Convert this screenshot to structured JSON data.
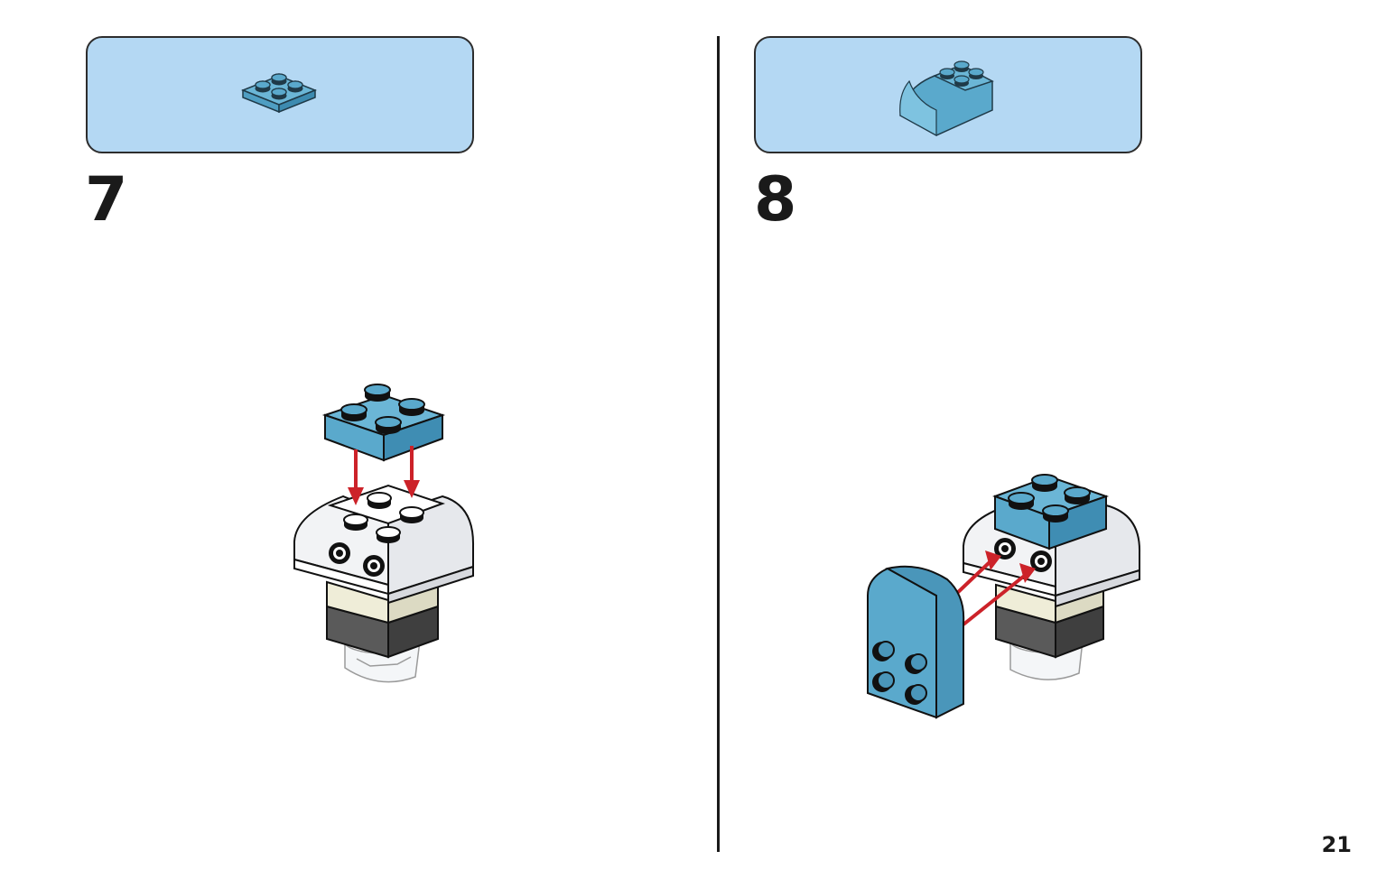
{
  "steps": [
    {
      "number": "7"
    },
    {
      "number": "8"
    }
  ],
  "page_number": "21",
  "colors": {
    "parts_box_bg": "#b4d8f3",
    "brick_blue": "#5aa9cc",
    "arrow_red": "#cc2229",
    "dark_grey": "#555555",
    "cream": "#efedd8"
  },
  "icons": {
    "step7_part": "plate-2x2-icon",
    "step8_part": "curved-slope-2x2-icon"
  }
}
